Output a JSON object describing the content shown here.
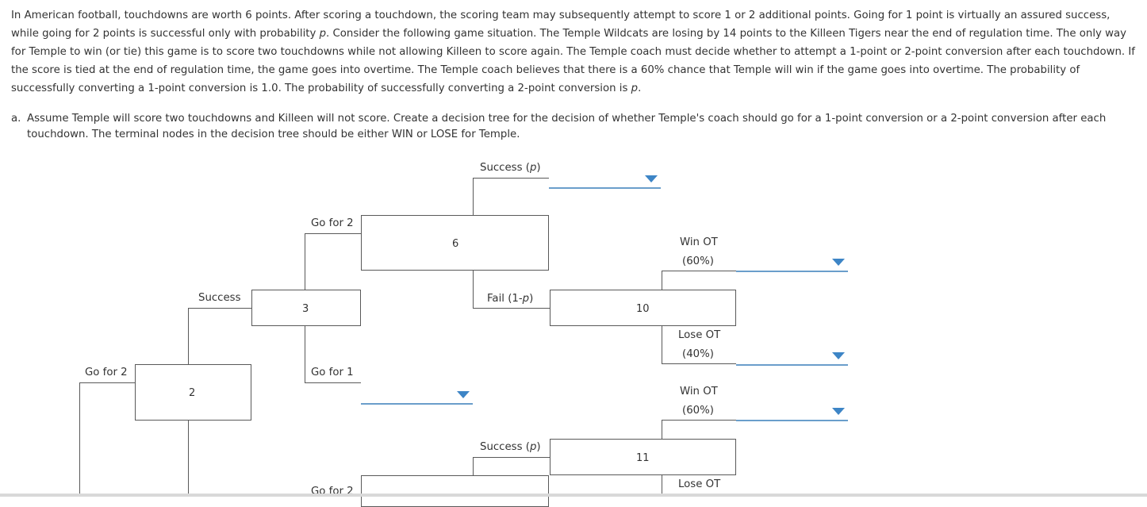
{
  "intro": {
    "s1": "In American football, touchdowns are worth 6 points. After scoring a touchdown, the scoring team may subsequently attempt to score 1 or 2 additional points. Going for 1 point is virtually an assured success, while going for 2 points is successful only with probability ",
    "p1": "p",
    "s2": ". Consider the following game situation. The Temple Wildcats are losing by 14 points to the Killeen Tigers near the end of regulation time. The only way for Temple to win (or tie) this game is to score two touchdowns while not allowing Killeen to score again. The Temple coach must decide whether to attempt a 1-point or 2-point conversion after each touchdown. If the score is tied at the end of regulation time, the game goes into overtime. The Temple coach believes that there is a 60% chance that Temple will win if the game goes into overtime. The probability of successfully converting a 1-point conversion is 1.0. The probability of successfully converting a 2-point conversion is ",
    "p2": "p",
    "s3": "."
  },
  "question_a": {
    "label": "a.",
    "text": "Assume Temple will score two touchdowns and Killeen will not score. Create a decision tree for the decision of whether Temple's coach should go for a 1-point conversion or a 2-point conversion after each",
    "text2": "touchdown. The terminal nodes in the decision tree should be either WIN or LOSE for Temple."
  },
  "tree": {
    "nodes": {
      "n2": "2",
      "n3": "3",
      "n6": "6",
      "n10": "10",
      "n11": "11"
    },
    "labels": {
      "go_for_2_root": "Go for 2",
      "success_2": "Success",
      "go_for_2_n3": "Go for 2",
      "go_for_1_n3": "Go for 1",
      "success_n6": "Success (",
      "fail_n6": "Fail (1-",
      "win_ot_1": "Win OT",
      "win_ot_1_pct": "(60%)",
      "lose_ot_1": "Lose OT",
      "lose_ot_1_pct": "(40%)",
      "win_ot_2": "Win OT",
      "win_ot_2_pct": "(60%)",
      "success_lower": "Success (",
      "lose_ot_2": "Lose OT",
      "go_for_2_lower": "Go for 2",
      "p": "p",
      "close_paren": ")"
    },
    "dropdowns": {
      "success_p_outcome": "",
      "win_ot_1_outcome": "",
      "lose_ot_1_outcome": "",
      "go_for_1_outcome": "",
      "win_ot_2_outcome": ""
    }
  },
  "colors": {
    "dropdown_line": "#6a9ecb",
    "dropdown_arrow": "#3d85c6",
    "tree_line": "#595959"
  }
}
